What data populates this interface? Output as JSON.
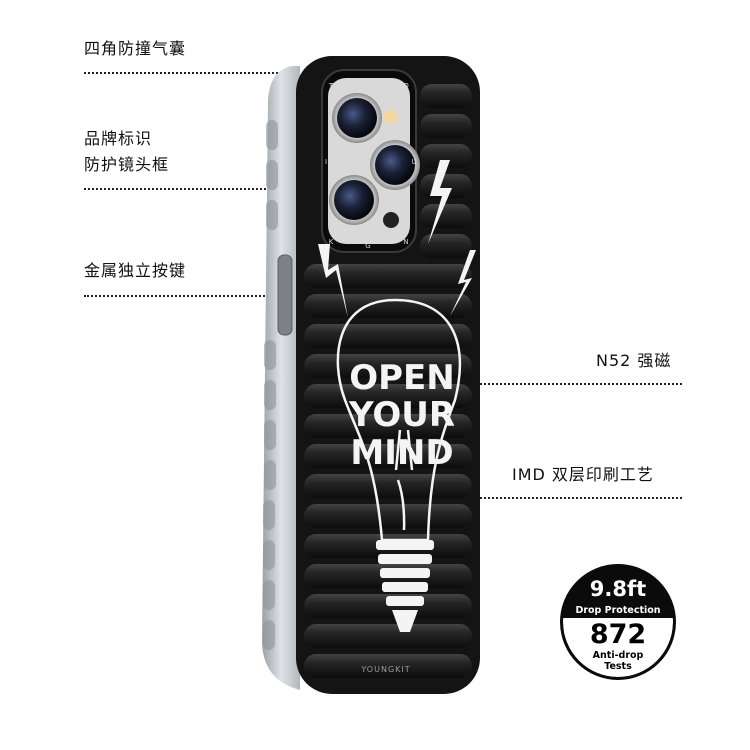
{
  "callouts": {
    "airbag": "四角防撞气囊",
    "lens_line1": "品牌标识",
    "lens_line2": "防护镜头框",
    "buttons": "金属独立按键",
    "magnet": "N52 强磁",
    "printing": "IMD 双层印刷工艺"
  },
  "case_print": {
    "line1": "OPEN",
    "line2": "YOUR",
    "line3": "MIND",
    "brand": "YOUNGKIT",
    "ring_letters": [
      "Y",
      "O",
      "U",
      "N",
      "G",
      "K",
      "I",
      "T"
    ]
  },
  "badge": {
    "height": "9.8ft",
    "height_caption": "Drop Protection",
    "count": "872",
    "count_caption_1": "Anti-drop",
    "count_caption_2": "Tests"
  },
  "colors": {
    "case": "#161616",
    "rib_highlight": "#3a3a3a",
    "bumper": "#b9bec4",
    "ink": "#ffffff"
  },
  "icons": [
    "camera-lens-icon",
    "lightning-bolt-icon",
    "lightbulb-icon"
  ]
}
